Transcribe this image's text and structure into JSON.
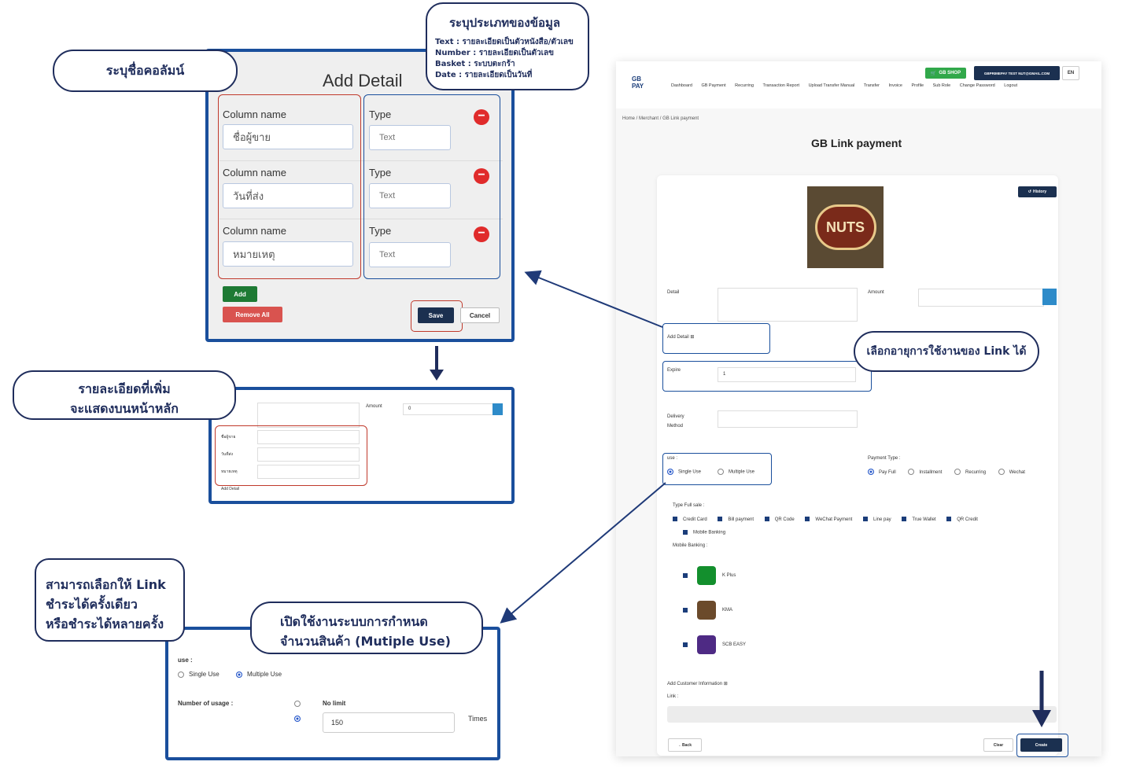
{
  "add_detail_modal": {
    "title": "Add Detail",
    "rows": [
      {
        "column_label": "Column name",
        "column_value": "ชื่อผู้ขาย",
        "type_label": "Type",
        "type_value": "Text"
      },
      {
        "column_label": "Column name",
        "column_value": "วันที่ส่ง",
        "type_label": "Type",
        "type_value": "Text"
      },
      {
        "column_label": "Column name",
        "column_value": "หมายเหตุ",
        "type_label": "Type",
        "type_value": "Text"
      }
    ],
    "add_label": "Add",
    "remove_all_label": "Remove All",
    "save_label": "Save",
    "cancel_label": "Cancel"
  },
  "callouts": {
    "column_name": "ระบุชื่อคอลัมน์",
    "data_type_title": "ระบุประเภทของข้อมูล",
    "data_type_lines": [
      "Text : รายละเอียดเป็นตัวหนังสือ/ตัวเลข",
      "Number : รายละเอียดเป็นตัวเลข",
      "Basket : ระบบตะกร้า",
      "Date : รายละเอียดเป็นวันที่"
    ],
    "extra_detail_line1": "รายละเอียดที่เพิ่ม",
    "extra_detail_line2": "จะแสดงบนหน้าหลัก",
    "single_multi_line1": "สามารถเลือกให้ Link",
    "single_multi_line2": "ชำระได้ครั้งเดียว",
    "single_multi_line3": "หรือชำระได้หลายครั้ง",
    "multiple_use_line1": "เปิดใช้งานระบบการกำหนด",
    "multiple_use_line2": "จำนวนสินค้า (Mutiple Use)",
    "expire": "เลือกอายุการใช้งานของ Link ได้"
  },
  "preview_panel": {
    "amount_label": "Amount",
    "amount_value": "0",
    "rows": [
      "ชื่อผู้ขาย",
      "วันที่ส่ง",
      "หมายเหตุ"
    ],
    "add_detail": "Add Detail"
  },
  "usage_panel": {
    "use_label": "use :",
    "single_use": "Single Use",
    "multiple_use": "Multiple Use",
    "number_of_usage": "Number of usage :",
    "no_limit": "No limit",
    "value": "150",
    "unit": "Times"
  },
  "app": {
    "logo_line1": "GB",
    "logo_line2": "PAY",
    "shop_button": "GB SHOP",
    "account": "GBPRIMEPAY TEST NUT@GMAIL.COM",
    "lang": "EN",
    "nav": [
      "Dashboard",
      "GB Payment",
      "Recurring",
      "Transaction Report",
      "Upload Transfer Manual",
      "Transfer",
      "Invoice",
      "Profile",
      "Sub Role",
      "Change Password",
      "Logout"
    ],
    "breadcrumb": [
      "Home",
      "Merchant",
      "GB Link payment"
    ],
    "page_title": "GB Link payment",
    "history_button": "History",
    "product_image_text": "NUTS",
    "detail_label": "Detail",
    "amount_label": "Amount",
    "add_detail": "Add Detail",
    "expire_label": "Expire",
    "expire_value": "1",
    "delivery_label_1": "Delivery",
    "delivery_label_2": "Method",
    "use_label": "use :",
    "single_use": "Single Use",
    "multiple_use": "Multiple Use",
    "payment_type_label": "Payment Type :",
    "payment_types": [
      "Pay Full",
      "Installment",
      "Recurring",
      "Wechat"
    ],
    "type_full_sale": "Type Full sale :",
    "full_sale_options": [
      "Credit Card",
      "Bill payment",
      "QR Code",
      "WeChat Payment",
      "Line pay",
      "True Wallet",
      "QR Credit",
      "Mobile Banking"
    ],
    "mobile_banking_label": "Mobile Banking :",
    "banks": [
      "K Plus",
      "KMA",
      "SCB EASY"
    ],
    "bank_colors": [
      "#138f2d",
      "#6b4a2b",
      "#4e2a84"
    ],
    "add_customer_info": "Add Customer Information",
    "link_label": "Link :",
    "back_button": "Back",
    "clear_button": "Clear",
    "create_button": "Create"
  },
  "colors": {
    "navy": "#1f2d5c",
    "frame_blue": "#1a4f9c",
    "highlight_red": "#c0392b",
    "add_green": "#1e7a34",
    "remove_red": "#d9534f",
    "save_dark": "#1b3050"
  }
}
